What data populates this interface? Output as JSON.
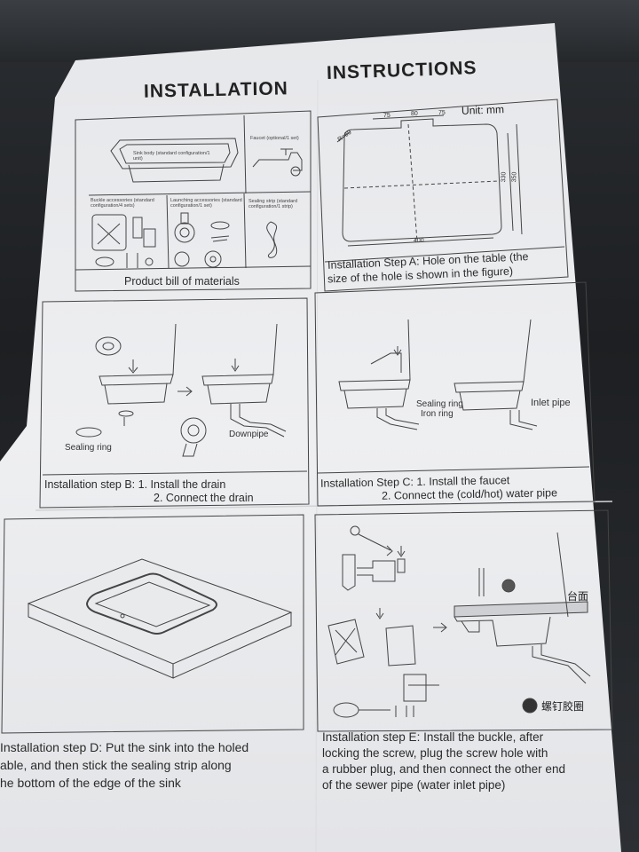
{
  "document": {
    "title_left": "INSTALLATION",
    "title_right": "INSTRUCTIONS"
  },
  "panels": {
    "bill": {
      "caption": "Product bill of materials",
      "labels": {
        "sink_body": "Sink body (standard configuration/1 unit)",
        "faucet": "Faucet (optional/1 set)",
        "buckle": "Buckle accessories (standard configuration/4 sets)",
        "launching": "Launching accessories (standard configuration/1 set)",
        "sealing_strip": "Sealing strip (standard configuration/1 strip)"
      }
    },
    "step_a": {
      "unit": "Unit: mm",
      "dims": {
        "d1": "75",
        "d2": "80",
        "d3": "75",
        "radius": "R=60",
        "h1": "330",
        "h2": "350",
        "width": "400"
      },
      "caption_line1": "Installation Step A: Hole on the table (the",
      "caption_line2": "size of the hole is shown in the figure)"
    },
    "step_b": {
      "caption_line1": "Installation step B: 1. Install the drain",
      "caption_line2": "2. Connect the drain",
      "labels": {
        "sealing_ring": "Sealing ring",
        "downpipe": "Downpipe"
      }
    },
    "step_c": {
      "caption_line1": "Installation Step C: 1. Install the faucet",
      "caption_line2": "2. Connect the (cold/hot) water pipe",
      "labels": {
        "sealing_ring": "Sealing ring",
        "iron_ring": "Iron ring",
        "inlet_pipe": "Inlet pipe"
      }
    },
    "step_d": {
      "caption_line1": "Installation step D: Put the sink into the holed",
      "caption_line2": "able, and then stick the sealing strip along",
      "caption_line3": "he bottom of the edge of the sink"
    },
    "step_e": {
      "caption_line1": "Installation step E: Install the buckle, after",
      "caption_line2": "locking the screw, plug the screw hole with",
      "caption_line3": "a rubber plug, and then connect the other end",
      "caption_line4": "of the sewer pipe (water inlet pipe)",
      "labels": {
        "countertop_cn": "台面",
        "screw_glue_cn": "螺钉胶圈"
      }
    }
  },
  "colors": {
    "paper": "#ecedf0",
    "ink": "#2b2b2b",
    "background": "#222428"
  }
}
